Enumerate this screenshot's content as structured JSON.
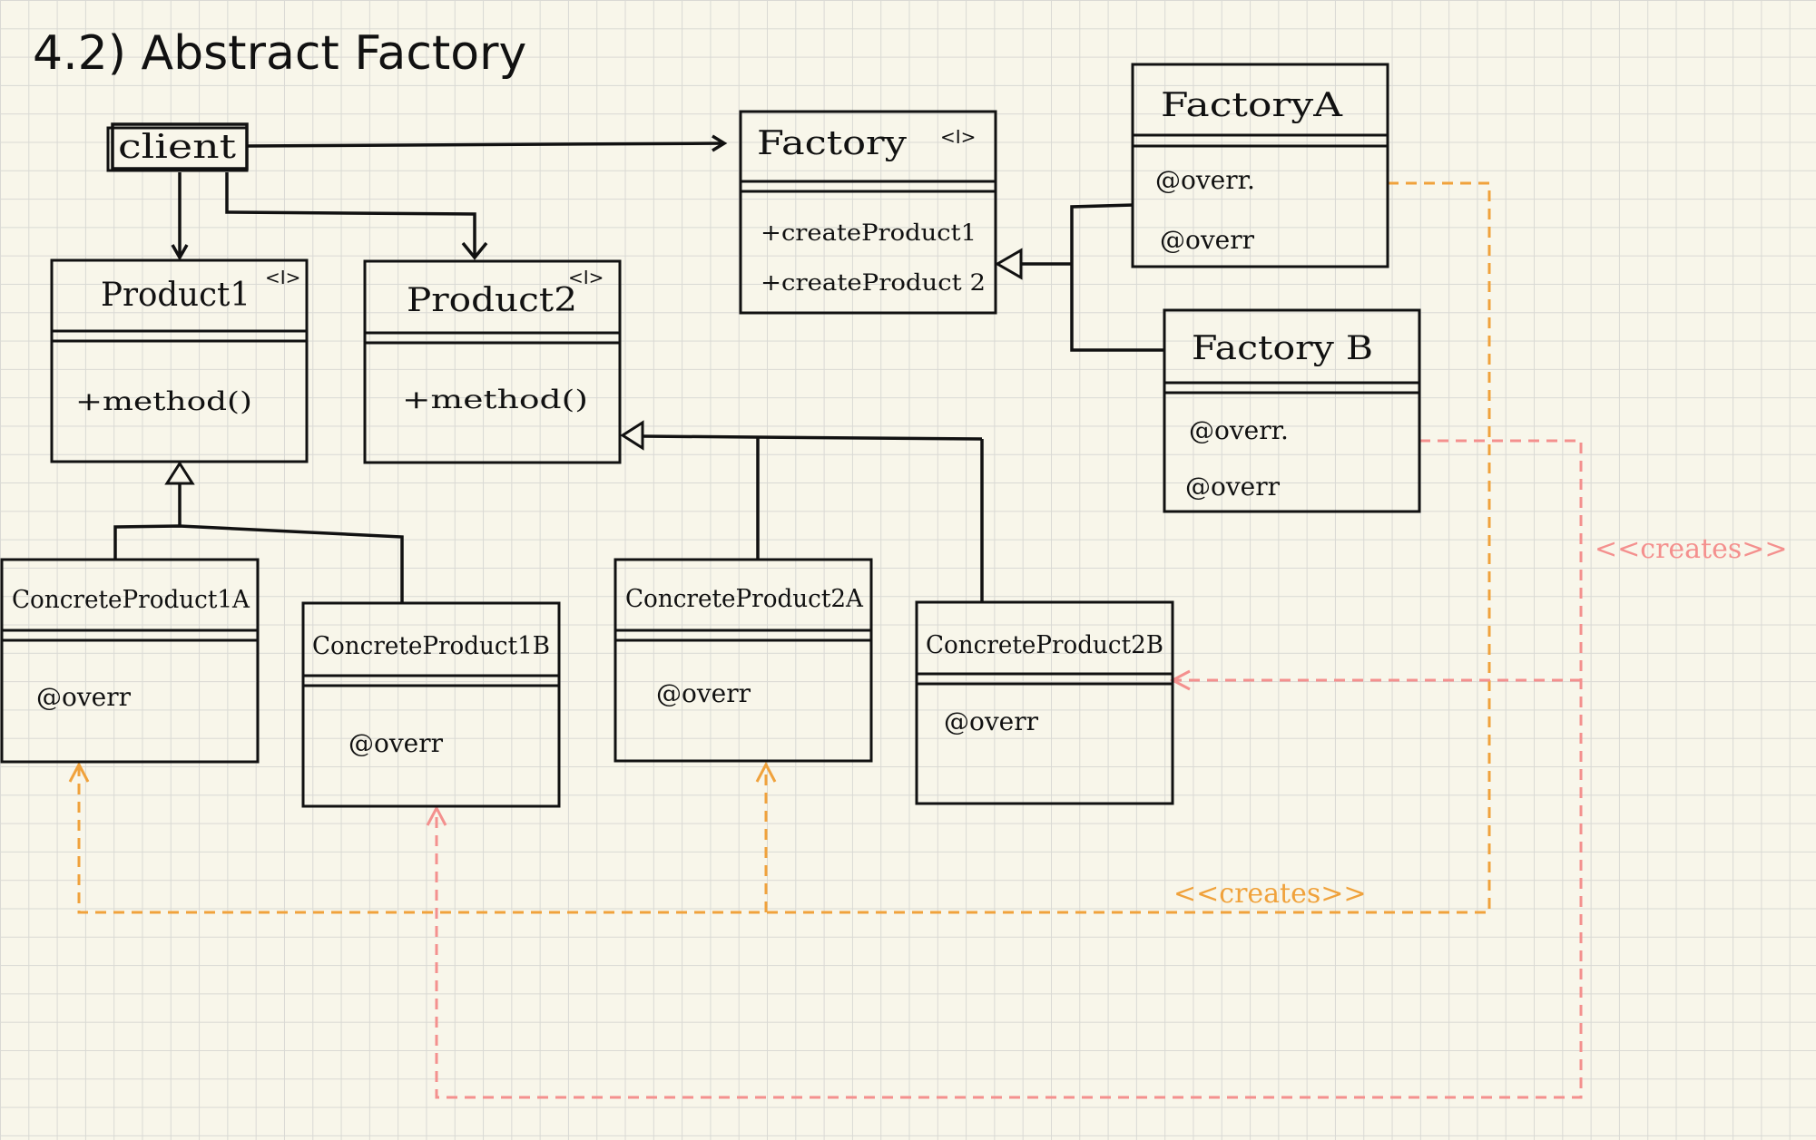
{
  "title": "4.2) Abstract Factory",
  "classes": {
    "client": {
      "name": "client"
    },
    "factory": {
      "name": "Factory",
      "stereotype": "<I>",
      "members": [
        "+createProduct1",
        "+createProduct 2"
      ]
    },
    "factory_a": {
      "name": "FactoryA",
      "members": [
        "@overr.",
        "@overr"
      ]
    },
    "factory_b": {
      "name": "Factory B",
      "members": [
        "@overr.",
        "@overr"
      ]
    },
    "product1": {
      "name": "Product1",
      "stereotype": "<I>",
      "members": [
        "+method()"
      ]
    },
    "product2": {
      "name": "Product2",
      "stereotype": "<I>",
      "members": [
        "+method()"
      ]
    },
    "concrete_product1a": {
      "name": "ConcreteProduct1A",
      "members": [
        "@overr"
      ]
    },
    "concrete_product1b": {
      "name": "ConcreteProduct1B",
      "members": [
        "@overr"
      ]
    },
    "concrete_product2a": {
      "name": "ConcreteProduct2A",
      "members": [
        "@overr"
      ]
    },
    "concrete_product2b": {
      "name": "ConcreteProduct2B",
      "members": [
        "@overr"
      ]
    }
  },
  "relations": {
    "creates_orange_label": "<<creates>>",
    "creates_pink_label": "<<creates>>"
  },
  "colors": {
    "paper": "#f8f6ea",
    "grid": "#d9d9d4",
    "ink": "#111111",
    "creates_factory_a": "#f0a23c",
    "creates_factory_b": "#f4908e"
  }
}
